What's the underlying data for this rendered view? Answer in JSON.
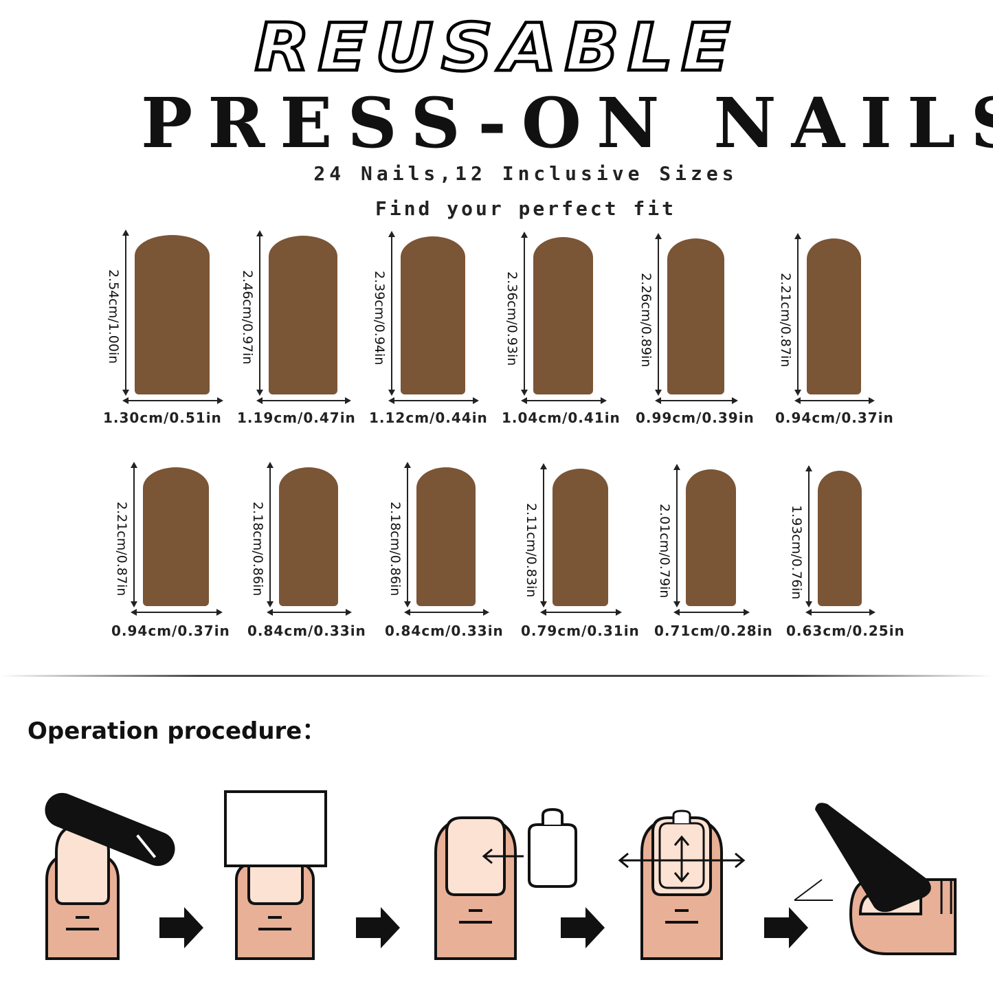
{
  "header": {
    "reusable": "REUSABLE",
    "title": "PRESS-ON NAILS",
    "subtitle": "24 Nails,12 Inclusive Sizes",
    "tagline": "Find your perfect fit"
  },
  "nail_color": "#7a5536",
  "sizes_row1": [
    {
      "length": "2.54cm/1.00in",
      "width": "1.30cm/0.51in"
    },
    {
      "length": "2.46cm/0.97in",
      "width": "1.19cm/0.47in"
    },
    {
      "length": "2.39cm/0.94in",
      "width": "1.12cm/0.44in"
    },
    {
      "length": "2.36cm/0.93in",
      "width": "1.04cm/0.41in"
    },
    {
      "length": "2.26cm/0.89in",
      "width": "0.99cm/0.39in"
    },
    {
      "length": "2.21cm/0.87in",
      "width": "0.94cm/0.37in"
    }
  ],
  "sizes_row2": [
    {
      "length": "2.21cm/0.87in",
      "width": "0.94cm/0.37in"
    },
    {
      "length": "2.18cm/0.86in",
      "width": "0.84cm/0.33in"
    },
    {
      "length": "2.18cm/0.86in",
      "width": "0.84cm/0.33in"
    },
    {
      "length": "2.11cm/0.83in",
      "width": "0.79cm/0.31in"
    },
    {
      "length": "2.01cm/0.79in",
      "width": "0.71cm/0.28in"
    },
    {
      "length": "1.93cm/0.76in",
      "width": "0.63cm/0.25in"
    }
  ],
  "procedure": {
    "title": "Operation procedure：",
    "steps": [
      "file-nail-step-icon",
      "measure-nail-step-icon",
      "apply-tab-step-icon",
      "align-nail-step-icon",
      "press-nail-step-icon"
    ]
  }
}
